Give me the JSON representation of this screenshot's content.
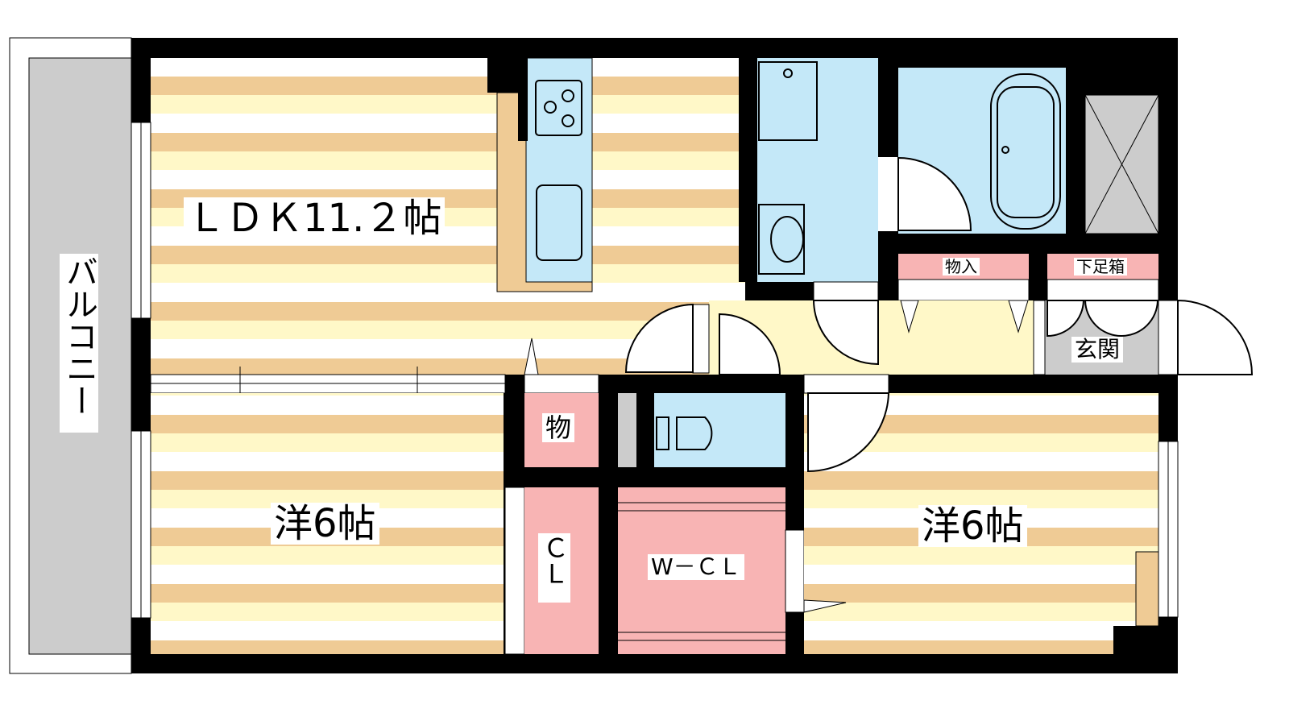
{
  "rooms": {
    "ldk": "ＬＤＫ11.２帖",
    "western_left": "洋6帖",
    "western_right": "洋6帖",
    "balcony": "バルコニー",
    "storage_small": "物",
    "closet": "ＣＬ",
    "walk_in_closet": "W－ＣＬ",
    "storage": "物入",
    "shoe_box": "下足箱",
    "entrance": "玄関"
  },
  "colors": {
    "wall": "#000000",
    "floor_tan": "#EFCB95",
    "floor_yellow": "#FFF8C8",
    "wet_blue": "#C4E8F8",
    "storage_pink": "#F8B4B4",
    "gray": "#CCCCCC"
  }
}
